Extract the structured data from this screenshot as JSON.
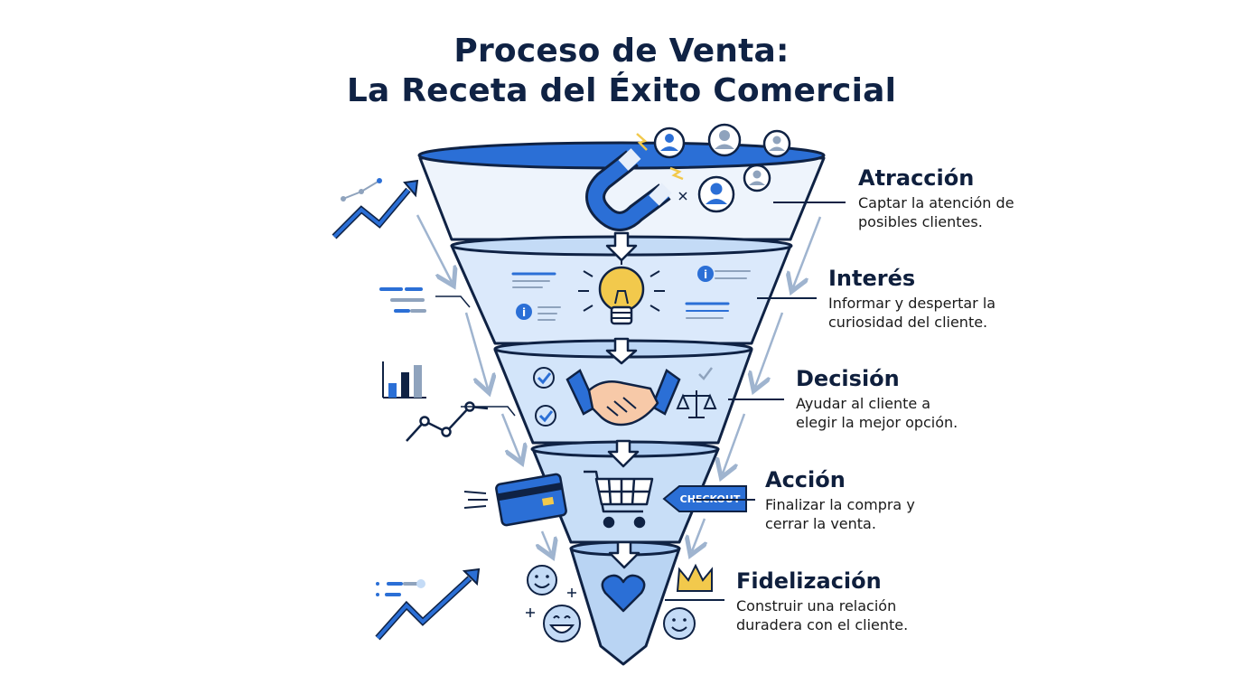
{
  "title": {
    "line1": "Proceso de Venta:",
    "line2": "La Receta del Éxito Comercial"
  },
  "stages": [
    {
      "name": "Atracción",
      "desc1": "Captar la atención de",
      "desc2": "posibles clientes."
    },
    {
      "name": "Interés",
      "desc1": "Informar y despertar la",
      "desc2": "curiosidad del cliente."
    },
    {
      "name": "Decisión",
      "desc1": "Ayudar al cliente a",
      "desc2": "elegir la mejor opción."
    },
    {
      "name": "Acción",
      "desc1": "Finalizar la compra y",
      "desc2": "cerrar la venta."
    },
    {
      "name": "Fidelización",
      "desc1": "Construir una relación",
      "desc2": "duradera con el cliente."
    }
  ],
  "checkout_label": "CHECKOUT",
  "colors": {
    "navy": "#0f2244",
    "blue": "#2b6fd6",
    "light_blue": "#dbe9fb",
    "mid_blue": "#c4dbf6",
    "gold": "#f2c94c"
  },
  "icons": [
    "magnet-icon",
    "user-icon",
    "lightbulb-icon",
    "info-icon",
    "handshake-icon",
    "checkmark-icon",
    "balance-scale-icon",
    "credit-card-icon",
    "shopping-cart-icon",
    "heart-icon",
    "crown-icon",
    "smiley-icon",
    "trend-arrow-icon",
    "bar-chart-icon"
  ]
}
